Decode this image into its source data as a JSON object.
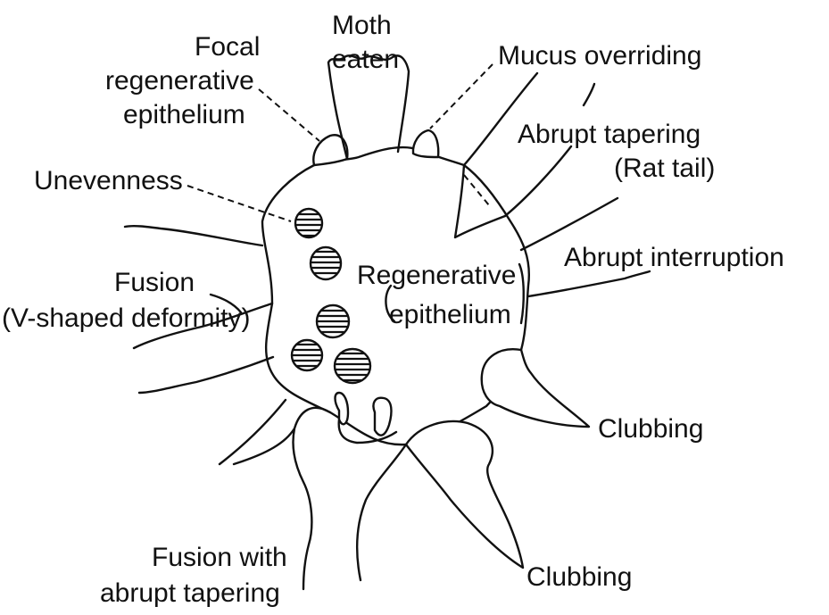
{
  "labels": {
    "focal_line1": "Focal",
    "focal_line2": "regenerative",
    "focal_line3": "epithelium",
    "moth_line1": "Moth",
    "moth_line2": "eaten",
    "mucus": "Mucus overriding",
    "abrupt_tapering_line1": "Abrupt tapering",
    "abrupt_tapering_line2": "(Rat tail)",
    "unevenness": "Unevenness",
    "abrupt_interruption": "Abrupt interruption",
    "fusion_line1": "Fusion",
    "fusion_line2": "(V-shaped deformity)",
    "regenerative_line1": "Regenerative",
    "regenerative_line2": "epithelium",
    "clubbing_right": "Clubbing",
    "clubbing_bottom": "Clubbing",
    "fusion_tapering_line1": "Fusion with",
    "fusion_tapering_line2": "abrupt tapering"
  },
  "colors": {
    "ink": "#111111",
    "background": "#ffffff"
  }
}
